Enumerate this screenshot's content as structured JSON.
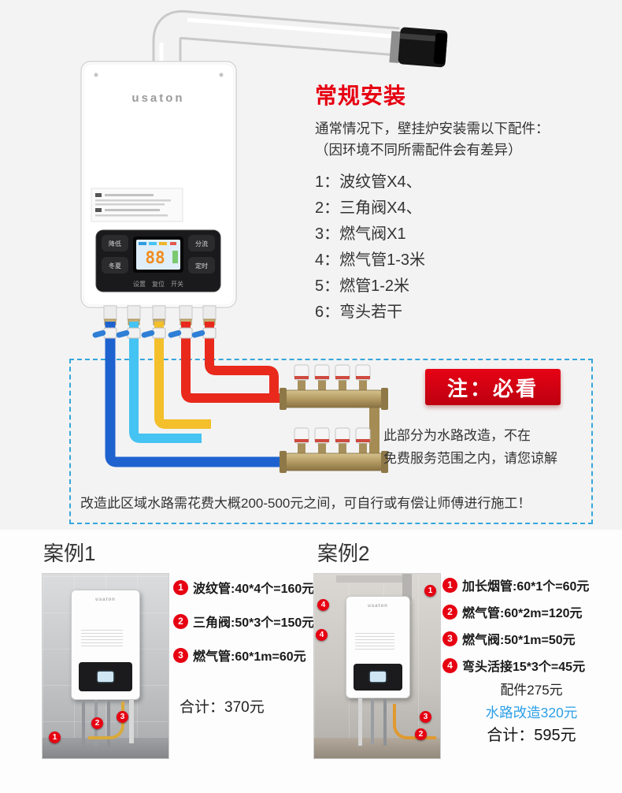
{
  "boiler": {
    "brand": "usaton",
    "panel": {
      "display_value": "88",
      "btn_top_left": "降低",
      "btn_top_right": "分流",
      "btn_bottom_left": "冬夏",
      "btn_bottom_right": "定时",
      "bottom_labels": "设置　复位　开关"
    }
  },
  "guide": {
    "title": "常规安装",
    "intro_line1": "通常情况下，壁挂炉安装需以下配件：",
    "intro_line2": "（因环境不同所需配件会有差异）",
    "items": [
      "1：波纹管X4、",
      "2：三角阀X4、",
      "3：燃气阀X1",
      "4：燃气管1-3米",
      "5：燃管1-2米",
      "6：弯头若干"
    ]
  },
  "notice": {
    "badge": "注：必看",
    "line1": "此部分为水路改造，不在",
    "line2": "免费服务范围之内，请您谅解",
    "reform_note": "改造此区域水路需花费大概200-500元之间，可自行或有偿让师傅进行施工！"
  },
  "case1": {
    "title": "案例1",
    "items": [
      {
        "num": "1",
        "text": "波纹管:40*4个=160元"
      },
      {
        "num": "2",
        "text": "三角阀:50*3个=150元"
      },
      {
        "num": "3",
        "text": "燃气管:60*1m=60元"
      }
    ],
    "total": "合计：370元",
    "markers": [
      "1",
      "2",
      "3"
    ]
  },
  "case2": {
    "title": "案例2",
    "items": [
      {
        "num": "1",
        "text": "加长烟管:60*1个=60元"
      },
      {
        "num": "2",
        "text": "燃气管:60*2m=120元"
      },
      {
        "num": "3",
        "text": "燃气阀:50*1m=50元"
      },
      {
        "num": "4",
        "text": "弯头活接15*3个=45元"
      }
    ],
    "parts_subtotal": "配件275元",
    "water_reform": "水路改造320元",
    "total": "合计：595元",
    "markers": [
      "1",
      "4",
      "4",
      "3",
      "2"
    ]
  },
  "colors": {
    "accent_red": "#e60012",
    "accent_blue": "#2b9fe8",
    "dashed_border": "#35a6db",
    "pipe_blue": "#1e62d0",
    "pipe_cyan": "#45c3f2",
    "pipe_yellow": "#f3bf2b",
    "pipe_red": "#e8291c",
    "manifold_brass": "#b39a63"
  }
}
